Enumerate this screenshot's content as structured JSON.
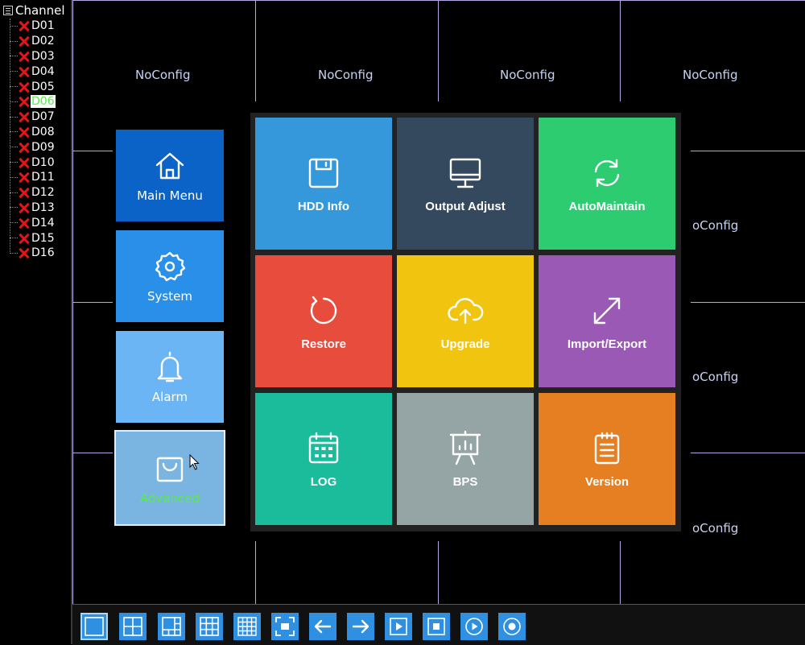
{
  "sidebar": {
    "title": "Channel",
    "channels": [
      "D01",
      "D02",
      "D03",
      "D04",
      "D05",
      "D06",
      "D07",
      "D08",
      "D09",
      "D10",
      "D11",
      "D12",
      "D13",
      "D14",
      "D15",
      "D16"
    ],
    "selected": "D06"
  },
  "grid": {
    "top_labels": [
      "NoConfig",
      "NoConfig",
      "NoConfig",
      "NoConfig"
    ],
    "right_labels": [
      "oConfig",
      "oConfig",
      "oConfig"
    ]
  },
  "menu": {
    "items": [
      {
        "label": "Main Menu",
        "icon": "home-icon",
        "color": "#0c63c7"
      },
      {
        "label": "System",
        "icon": "gear-icon",
        "color": "#2a8fe8"
      },
      {
        "label": "Alarm",
        "icon": "bell-icon",
        "color": "#6cb5f5"
      },
      {
        "label": "Advanced",
        "icon": "bag-icon",
        "color": "#7ab4e0",
        "selected": true
      }
    ]
  },
  "tiles": [
    {
      "label": "HDD Info",
      "icon": "floppy-icon",
      "color": "#3498db"
    },
    {
      "label": "Output Adjust",
      "icon": "monitor-icon",
      "color": "#34495e"
    },
    {
      "label": "AutoMaintain",
      "icon": "refresh-icon",
      "color": "#2ecc71"
    },
    {
      "label": "Restore",
      "icon": "restore-icon",
      "color": "#e74c3c"
    },
    {
      "label": "Upgrade",
      "icon": "cloud-upload-icon",
      "color": "#f1c40f"
    },
    {
      "label": "Import/Export",
      "icon": "expand-arrows-icon",
      "color": "#9b59b6"
    },
    {
      "label": "LOG",
      "icon": "calendar-icon",
      "color": "#1abc9c"
    },
    {
      "label": "BPS",
      "icon": "presentation-chart-icon",
      "color": "#95a5a6"
    },
    {
      "label": "Version",
      "icon": "clipboard-list-icon",
      "color": "#e67e22"
    }
  ],
  "toolbar": {
    "buttons": [
      {
        "icon": "single-view-icon",
        "active": true
      },
      {
        "icon": "quad-view-icon"
      },
      {
        "icon": "six-view-icon"
      },
      {
        "icon": "nine-view-icon"
      },
      {
        "icon": "sixteen-view-icon"
      },
      {
        "icon": "fullscreen-icon"
      },
      {
        "icon": "arrow-left-icon"
      },
      {
        "icon": "arrow-right-icon"
      },
      {
        "icon": "playback-icon"
      },
      {
        "icon": "record-icon"
      },
      {
        "icon": "play-circle-icon"
      },
      {
        "icon": "record-circle-icon"
      }
    ]
  },
  "colors": {
    "grid_line": "#b9a6e6",
    "cell_label": "#c5d4f2",
    "selected_text": "#55ee44",
    "toolbar_button": "#2f8fe0",
    "error_x": "#e21616"
  }
}
